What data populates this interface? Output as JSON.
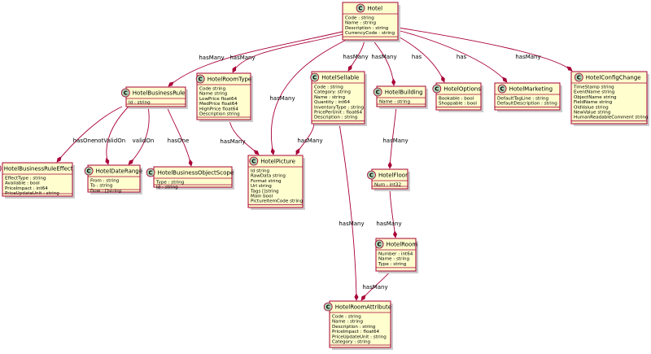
{
  "classes": {
    "Hotel": {
      "name": "Hotel",
      "attrs": [
        "Code : string",
        "Name : string",
        "Description : string",
        "CurrencyCode : string"
      ]
    },
    "HotelBusinessRule": {
      "name": "HotelBusinessRule",
      "attrs": [
        "Id : string"
      ]
    },
    "HotelRoomType": {
      "name": "HotelRoomType",
      "attrs": [
        "Code string",
        "Name string",
        "LowPrice float64",
        "MedPrice float64",
        "HighPrice float64",
        "Description string"
      ]
    },
    "HotelSellable": {
      "name": "HotelSellable",
      "attrs": [
        "Code : string",
        "Category: string",
        "Name : string",
        "Quantity : int64",
        "InventoryType : string",
        "PricePerUnit : float64",
        "Description : string"
      ]
    },
    "HotelBuilding": {
      "name": "HotelBuilding",
      "attrs": [
        "Name : string"
      ]
    },
    "HotelOptions": {
      "name": "HotelOptions",
      "attrs": [
        "Bookable : bool",
        "Shoppable : bool"
      ]
    },
    "HotelMarketing": {
      "name": "HotelMarketing",
      "attrs": [
        "DefaultTagLine : string",
        "DefaultDescription : string"
      ]
    },
    "HotelConfigChange": {
      "name": "HotelConfigChange",
      "attrs": [
        "TimeStamp string",
        "EventName string",
        "ObjectName string",
        "FieldName string",
        "OldValue string",
        "NewValue string",
        "HumanReadableComment string"
      ]
    },
    "HotelBusinessRuleEffect": {
      "name": "HotelBusinessRuleEffect",
      "attrs": [
        "EffectType : string",
        "Available : bool",
        "PriceImpact : int64",
        "PriceUpdateUnit : string"
      ]
    },
    "HotelDateRange": {
      "name": "HotelDateRange",
      "attrs": [
        "From : string",
        "To : string",
        "Dow : []string"
      ]
    },
    "HotelBusinessObjectScope": {
      "name": "HotelBusinessObjectScope",
      "attrs": [
        "Type : string",
        "Id : string"
      ]
    },
    "HotelPicture": {
      "name": "HotelPicture",
      "attrs": [
        "Id string",
        "RawData string",
        "Format string",
        "Url string",
        "Tags []string",
        "Main bool",
        "PictureItemCode string"
      ]
    },
    "HotelFloor": {
      "name": "HotelFloor",
      "attrs": [
        "Num : int32"
      ]
    },
    "HotelRoom": {
      "name": "HotelRoom",
      "attrs": [
        "Number : int64",
        "Name : string",
        "Type : string"
      ]
    },
    "HotelRoomAttribute": {
      "name": "HotelRoomAttribute",
      "attrs": [
        "Code : string",
        "Name : string",
        "Description : string",
        "PriceImpact : float64",
        "PriceUpdateUnit : string",
        "Category : string"
      ]
    }
  },
  "class_badge": "C",
  "relations": [
    {
      "from": "Hotel",
      "to": "HotelBusinessRule",
      "label": "hasMany"
    },
    {
      "from": "Hotel",
      "to": "HotelRoomType",
      "label": "hasMany"
    },
    {
      "from": "Hotel",
      "to": "HotelPicture",
      "label": "hasMany"
    },
    {
      "from": "Hotel",
      "to": "HotelSellable",
      "label": "hasMany"
    },
    {
      "from": "Hotel",
      "to": "HotelBuilding",
      "label": "hasMany"
    },
    {
      "from": "Hotel",
      "to": "HotelOptions",
      "label": "has"
    },
    {
      "from": "Hotel",
      "to": "HotelMarketing",
      "label": "has"
    },
    {
      "from": "Hotel",
      "to": "HotelConfigChange",
      "label": "hasMany"
    },
    {
      "from": "HotelBusinessRule",
      "to": "HotelBusinessRuleEffect",
      "label": "hasOne"
    },
    {
      "from": "HotelBusinessRule",
      "to": "HotelDateRange",
      "label": "notValidOn"
    },
    {
      "from": "HotelBusinessRule",
      "to": "HotelDateRange",
      "label": "validOn"
    },
    {
      "from": "HotelBusinessRule",
      "to": "HotelBusinessObjectScope",
      "label": "hasOne"
    },
    {
      "from": "HotelRoomType",
      "to": "HotelPicture",
      "label": "hasMany"
    },
    {
      "from": "HotelSellable",
      "to": "HotelPicture",
      "label": "hasMany"
    },
    {
      "from": "HotelSellable",
      "to": "HotelRoomAttribute",
      "label": "hasMany"
    },
    {
      "from": "HotelBuilding",
      "to": "HotelFloor",
      "label": "hasMany"
    },
    {
      "from": "HotelFloor",
      "to": "HotelRoom",
      "label": "hasMany"
    },
    {
      "from": "HotelRoom",
      "to": "HotelRoomAttribute",
      "label": "hasMany"
    }
  ]
}
